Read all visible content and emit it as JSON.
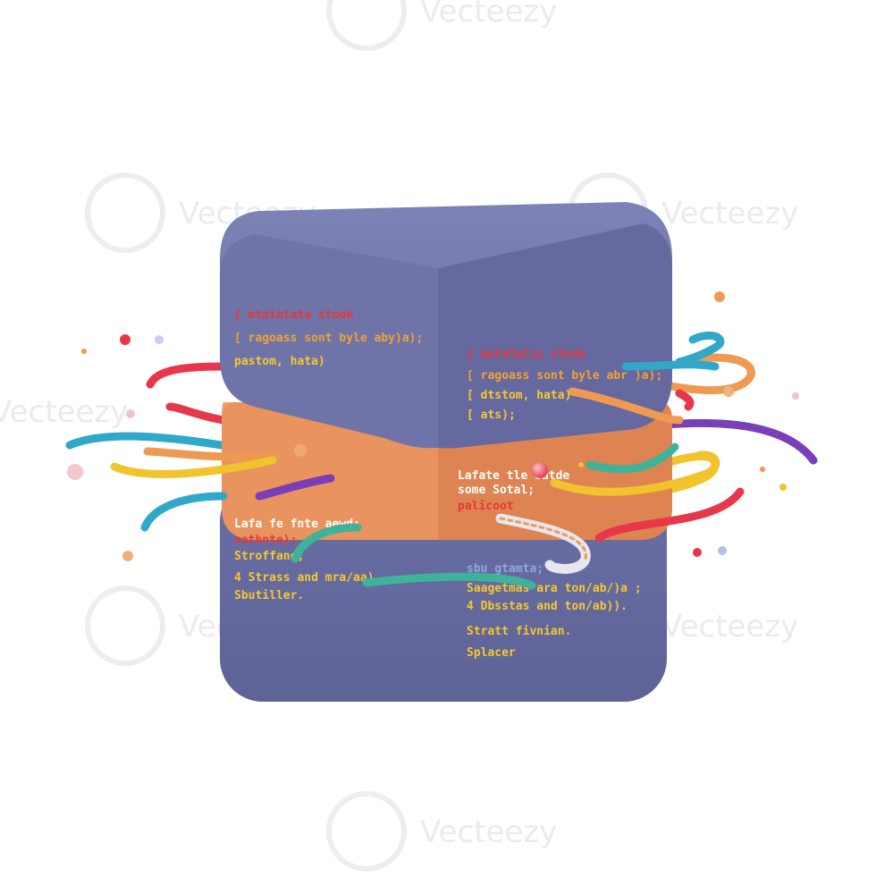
{
  "watermark": {
    "text": "Vecteezy"
  },
  "colors": {
    "block_blue": "#6f75a8",
    "block_blue_dark": "#5c6194",
    "block_orange": "#e69563",
    "block_orange_dark": "#c97847",
    "cable_red": "#e8364a",
    "cable_cyan": "#2fa8c9",
    "cable_orange": "#ee9a52",
    "cable_yellow": "#f1c42d",
    "cable_purple": "#7a3fb8",
    "cable_teal": "#3fb39a",
    "code_red": "#e8363a",
    "code_orange": "#f2a230",
    "code_yellow": "#f7c82c"
  },
  "code": {
    "top_front": [
      "[ mtatatata stode",
      "[ ragoass sont byle aby)a);",
      "pastom, hata)"
    ],
    "top_right": [
      "[ mutatatis stode",
      "[ ragoass sont byle abr )a);",
      "[ dtstom, hata)",
      "[ ats);"
    ],
    "middle_front": [
      "Lafate tle satde",
      "some Sotal;",
      "palicoot"
    ],
    "bottom_front": [
      "Lafa fe fnte aewd;",
      "sathnte);",
      "Stroffane;",
      "4 Strass and mra/aa)",
      "Sbutiller."
    ],
    "bottom_right": [
      "sbu gtamta;",
      "Saagetmas ara ton/ab/)a ;",
      "4 Dbsstas and ton/ab)).",
      "Stratt fivnian.",
      "Splacer"
    ]
  }
}
